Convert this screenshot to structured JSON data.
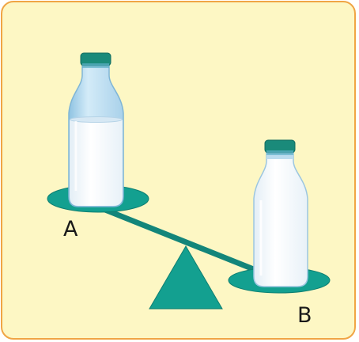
{
  "labels": {
    "left_pan": "A",
    "right_pan": "B"
  },
  "colors": {
    "card_background": "#fdf7c4",
    "card_border": "#f0a545",
    "balance": "#13a090",
    "cap": "#1a8a7a",
    "bottle_glass": "#b9dcef",
    "milk": "#f4f9fd"
  },
  "scene": {
    "objects": [
      "balance-beam",
      "fulcrum-triangle",
      "pan-a",
      "pan-b",
      "bottle-a",
      "bottle-b"
    ],
    "bottle_a_fill_fraction": 0.55,
    "bottle_b_fill_fraction": 1.0
  }
}
